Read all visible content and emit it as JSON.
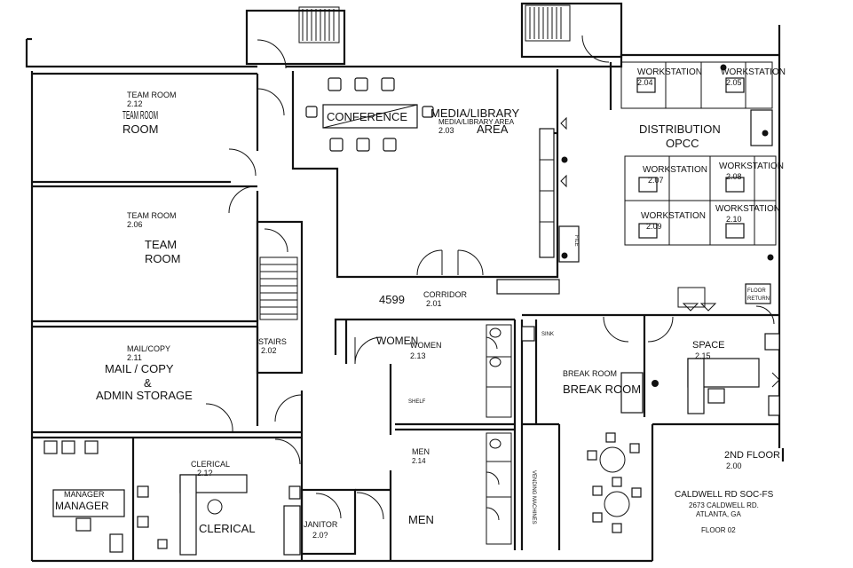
{
  "rooms": {
    "team_room_212": {
      "small_label": "TEAM ROOM",
      "number": "2.12",
      "big_label": "TEAM ROOM"
    },
    "team_room_206": {
      "small_label": "TEAM ROOM",
      "number": "2.06",
      "big_label": "TEAM ROOM"
    },
    "mail_copy": {
      "small_label": "MAIL/COPY",
      "number": "2.11",
      "big_label_1": "MAIL / COPY",
      "big_label_2": "&",
      "big_label_3": "ADMIN STORAGE"
    },
    "manager": {
      "small_label": "MANAGER",
      "big_label": "MANAGER"
    },
    "clerical": {
      "small_label": "CLERICAL",
      "number": "2.1?",
      "big_label": "CLERICAL"
    },
    "janitor": {
      "label": "JANITOR",
      "number": "2.0?"
    },
    "stairs": {
      "label": "STAIRS",
      "number": "2.02"
    },
    "conference": {
      "label": "CONFERENCE"
    },
    "media_library": {
      "small_label": "MEDIA/LIBRARY AREA",
      "number": "2.03",
      "big_label_1": "MEDIA/LIBRARY",
      "big_label_2": "AREA"
    },
    "corridor": {
      "code": "4599",
      "label": "CORRIDOR",
      "number": "2.01"
    },
    "women": {
      "big_label": "WOMEN",
      "small_label": "WOMEN",
      "number": "2.13",
      "shelf": "SHELF"
    },
    "men": {
      "small_label": "MEN",
      "number": "2.14",
      "big_label": "MEN"
    },
    "break_room": {
      "small_label": "BREAK ROOM",
      "big_label": "BREAK ROOM",
      "sink": "SINK",
      "vending": "VENDING MACHINES"
    },
    "space": {
      "label": "SPACE",
      "number": "2.15"
    },
    "distribution": {
      "label_1": "DISTRIBUTION",
      "label_2": "OPCC",
      "file": "FILE"
    },
    "workstations": [
      {
        "label": "WORKSTATION",
        "number": "2.04"
      },
      {
        "label": "WORKSTATION",
        "number": "2.05"
      },
      {
        "label": "WORKSTATION",
        "number": "2.07"
      },
      {
        "label": "WORKSTATION",
        "number": "2.08"
      },
      {
        "label": "WORKSTATION",
        "number": "2.09"
      },
      {
        "label": "WORKSTATION",
        "number": "2.10"
      }
    ],
    "floor_return": {
      "line_1": "FLOOR",
      "line_2": "RETURN"
    }
  },
  "title_block": {
    "floor_name": "2ND FLOOR",
    "floor_number": "2.00",
    "facility": "CALDWELL RD SOC-FS",
    "address_1": "2673 CALDWELL RD.",
    "address_2": "ATLANTA, GA",
    "sheet": "FLOOR 02"
  }
}
